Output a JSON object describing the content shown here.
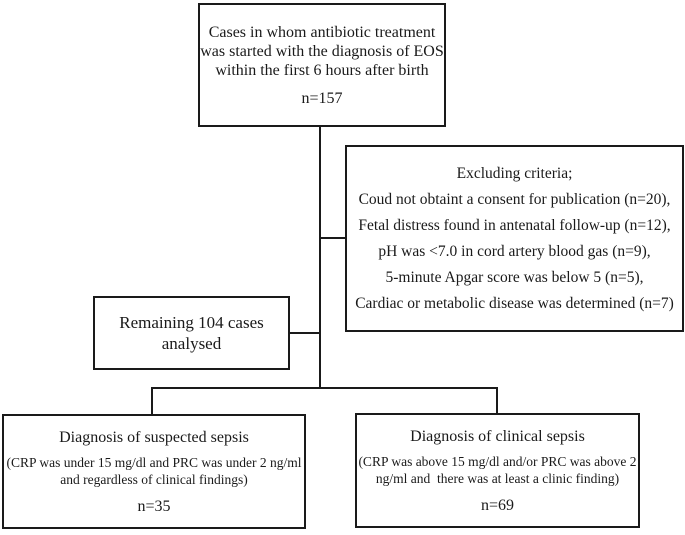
{
  "flowchart": {
    "top_box": {
      "lines": [
        "Cases in whom antibiotic treatment",
        "was started with the diagnosis of EOS",
        "within the first 6 hours after birth"
      ],
      "count": "n=157"
    },
    "excluding_box": {
      "title": "Excluding criteria;",
      "items": [
        "Coud not obtaint a consent for publication (n=20),",
        "Fetal distress found in antenatal follow-up (n=12),",
        "pH was <7.0 in cord artery blood gas (n=9),",
        "5-minute Apgar score was below 5 (n=5),",
        "Cardiac or metabolic disease was determined (n=7)"
      ]
    },
    "remaining_box": {
      "lines": [
        "Remaining 104 cases",
        "analysed"
      ]
    },
    "suspected_box": {
      "title": "Diagnosis of suspected sepsis",
      "criteria_lines": [
        "(CRP was under 15 mg/dl and PRC was under 2 ng/ml",
        "and regardless of clinical findings)"
      ],
      "count": "n=35"
    },
    "clinical_box": {
      "title": "Diagnosis of clinical sepsis",
      "criteria_lines": [
        "(CRP was above 15 mg/dl and/or PRC was above 2",
        "ng/ml and  there was at least a clinic finding)"
      ],
      "count": "n=69"
    }
  },
  "colors": {
    "border": "#1a1a1a",
    "text": "#1a1a1a",
    "background": "#ffffff"
  }
}
